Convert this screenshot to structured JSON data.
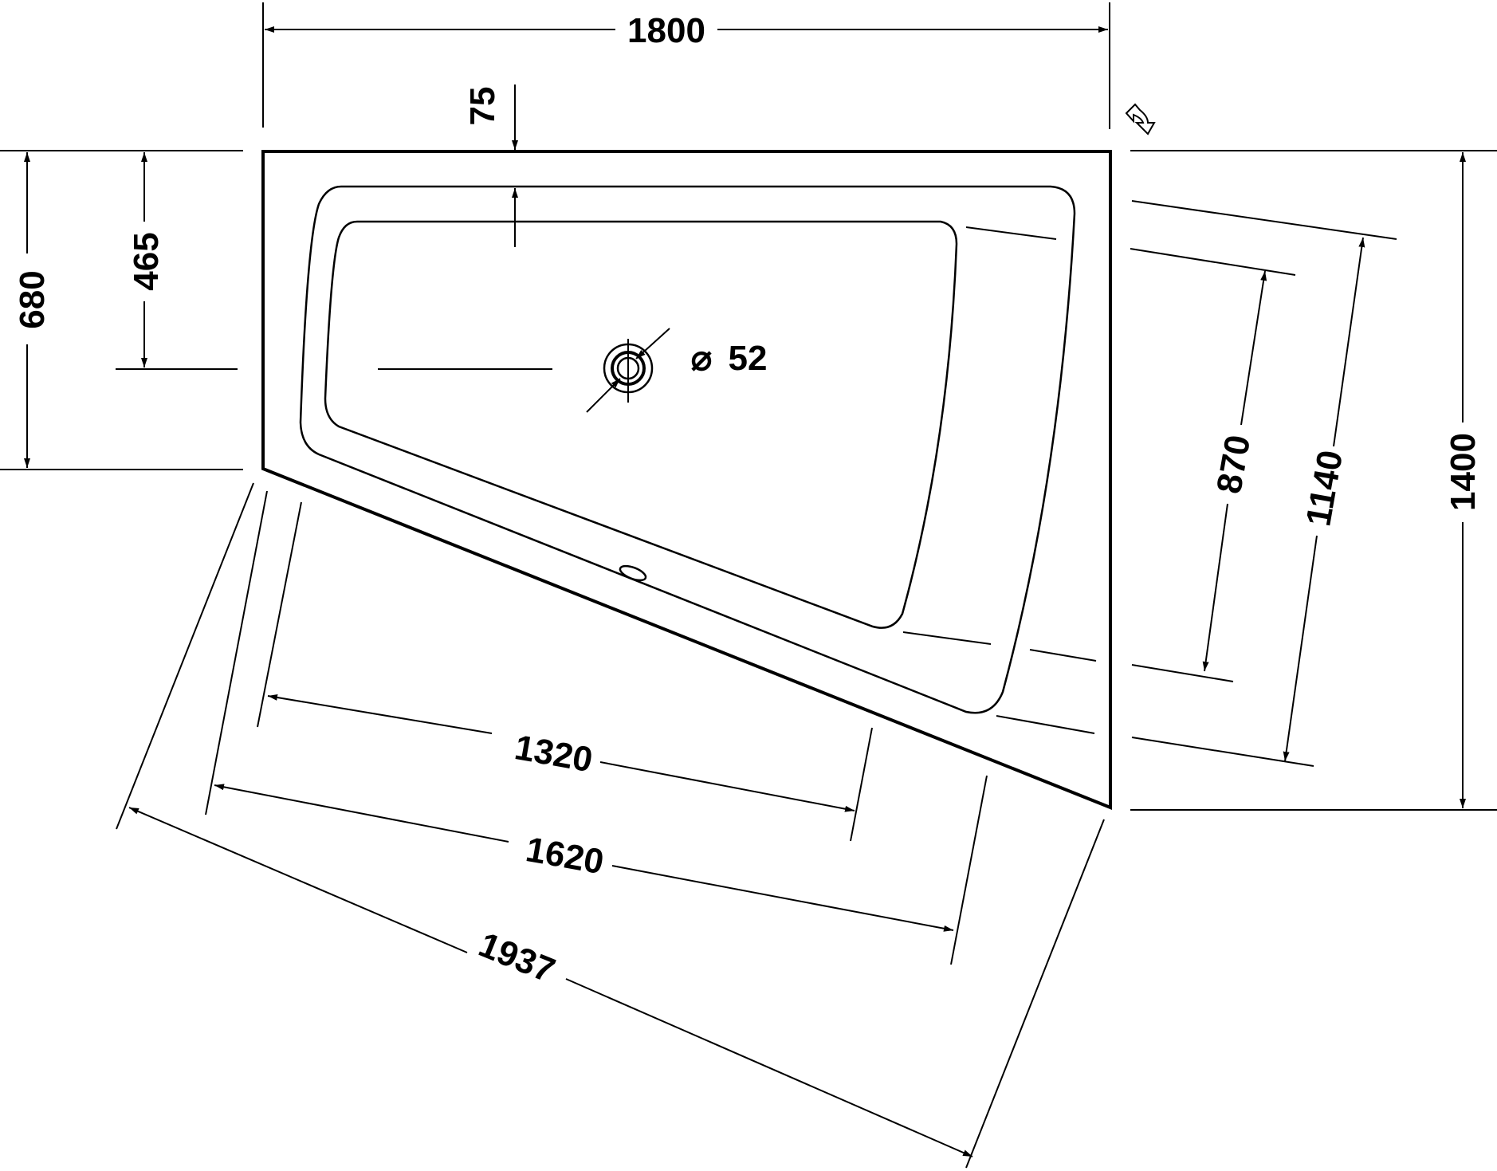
{
  "diagram": {
    "dimensions": {
      "overall_width": "1800",
      "overall_depth": "1400",
      "rim_inset": "75",
      "left_depth": "680",
      "drain_distance": "465",
      "drain_diameter_symbol": "⌀",
      "drain_diameter": "52",
      "inner_width_right": "870",
      "outer_width_right": "1140",
      "inner_length": "1320",
      "outer_length": "1620",
      "diagonal_length": "1937"
    },
    "icons": [
      "rotate-arrow-icon"
    ],
    "colors": {
      "line": "#000000",
      "background": "#ffffff"
    }
  }
}
